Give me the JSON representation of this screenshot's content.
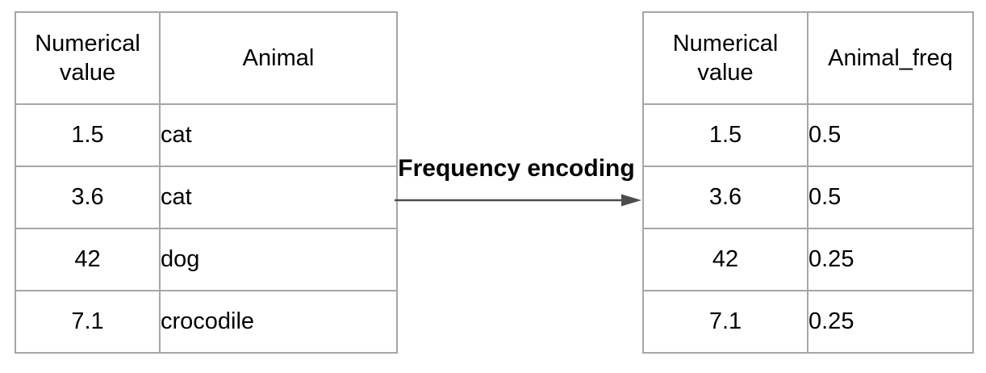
{
  "diagram": {
    "arrow_label": "Frequency encoding"
  },
  "left_table": {
    "headers": [
      "Numerical value",
      "Animal"
    ],
    "rows": [
      [
        "1.5",
        "cat"
      ],
      [
        "3.6",
        "cat"
      ],
      [
        "42",
        "dog"
      ],
      [
        "7.1",
        "crocodile"
      ]
    ]
  },
  "right_table": {
    "headers": [
      "Numerical value",
      "Animal_freq"
    ],
    "rows": [
      [
        "1.5",
        "0.5"
      ],
      [
        "3.6",
        "0.5"
      ],
      [
        "42",
        "0.25"
      ],
      [
        "7.1",
        "0.25"
      ]
    ]
  },
  "colors": {
    "table_border": "#a6a6a6",
    "arrow": "#4d4d4d",
    "text": "#000000",
    "background": "#ffffff"
  }
}
